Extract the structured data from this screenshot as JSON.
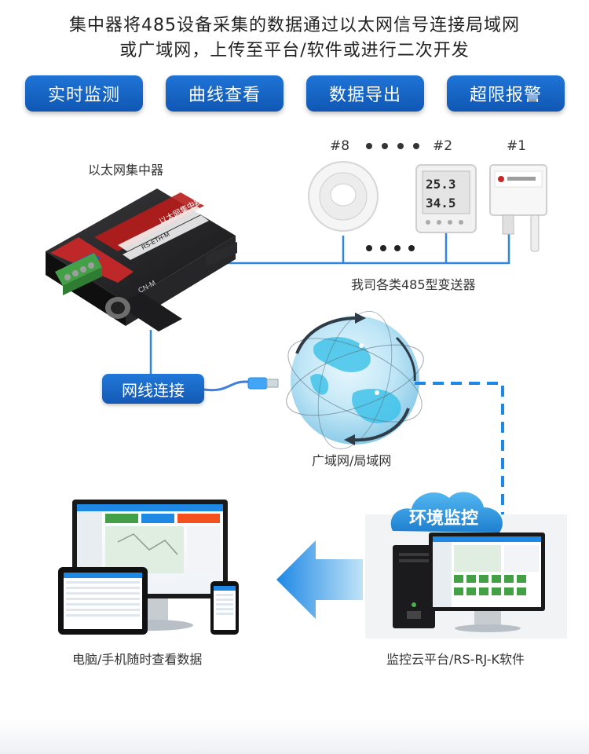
{
  "headline": {
    "line1": "集中器将485设备采集的数据通过以太网信号连接局域网",
    "line2": "或广域网，上传至平台/软件或进行二次开发"
  },
  "features": [
    "实时监测",
    "曲线查看",
    "数据导出",
    "超限报警"
  ],
  "concentrator": {
    "caption": "以太网集中器",
    "panel_text": "以太网集中器",
    "model_text": "RS-ETH-M",
    "port_text": "CN-M"
  },
  "sensors": {
    "id_8": "#8",
    "id_2": "#2",
    "id_1": "#1",
    "reading_top": "25.3",
    "reading_bottom": "34.5",
    "caption": "我司各类485型变送器"
  },
  "cable_label": "网线连接",
  "network": {
    "caption": "广域网/局域网"
  },
  "cloud": {
    "label": "环境监控"
  },
  "devices": {
    "left_caption": "电脑/手机随时查看数据",
    "right_caption": "监控云平台/RS-RJ-K软件"
  },
  "colors": {
    "accent_blue": "#1565c0",
    "line_blue": "#2e86de",
    "dashed_blue": "#1e88e5",
    "globe_cyan": "#4fc3f7",
    "device_black": "#1d1d1f",
    "red_stripe": "#c62828"
  }
}
